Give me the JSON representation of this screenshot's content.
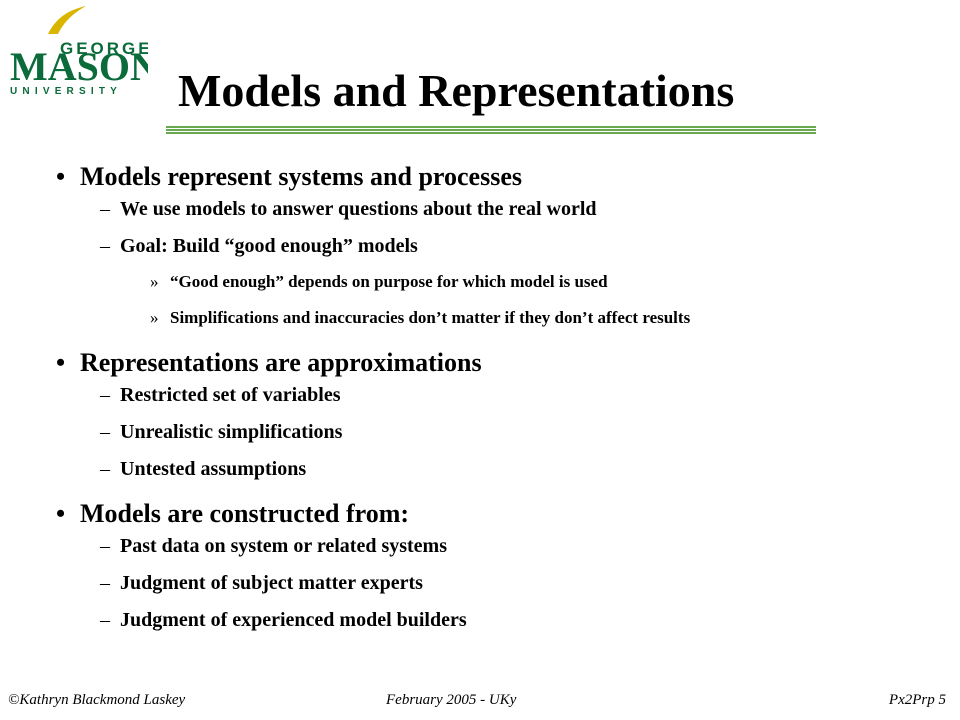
{
  "logo": {
    "top_word": "GEORGE",
    "main_word": "MASON",
    "bottom_word": "UNIVERSITY",
    "colors": {
      "green": "#0b6b3a",
      "gold": "#d9b500"
    }
  },
  "slide": {
    "title": "Models and Representations",
    "rule_color": "#6aa84f",
    "sections": [
      {
        "heading": "Models represent systems and processes",
        "items": [
          {
            "text": "We use models to answer questions about the real world",
            "subitems": []
          },
          {
            "text": "Goal: Build “good enough” models",
            "subitems": [
              "“Good enough” depends on purpose for which model is used",
              "Simplifications and inaccuracies don’t matter if they don’t affect results"
            ]
          }
        ]
      },
      {
        "heading": "Representations are approximations",
        "items": [
          {
            "text": "Restricted set of variables",
            "subitems": []
          },
          {
            "text": "Unrealistic simplifications",
            "subitems": []
          },
          {
            "text": "Untested assumptions",
            "subitems": []
          }
        ]
      },
      {
        "heading": "Models are constructed from:",
        "items": [
          {
            "text": "Past data on system or related systems",
            "subitems": []
          },
          {
            "text": "Judgment of subject matter experts",
            "subitems": []
          },
          {
            "text": "Judgment of experienced model builders",
            "subitems": []
          }
        ]
      }
    ]
  },
  "bullets": {
    "l1": "•",
    "l2": "–",
    "l3": "»"
  },
  "footer": {
    "left": "©Kathryn Blackmond Laskey",
    "center": "February 2005 - UKy",
    "right": "Px2Prp 5"
  }
}
